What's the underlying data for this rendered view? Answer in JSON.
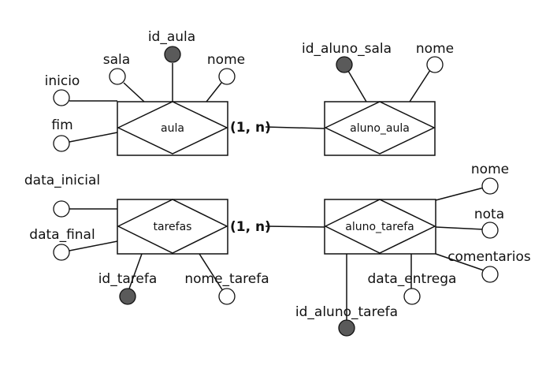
{
  "entities": {
    "aula": "aula",
    "aluno_aula": "aluno_aula",
    "tarefas": "tarefas",
    "aluno_tarefa": "aluno_tarefa"
  },
  "cardinality": {
    "top": "(1, n)",
    "bottom": "(1, n)"
  },
  "attributes": {
    "id_aula": "id_aula",
    "sala": "sala",
    "nome_aula": "nome",
    "inicio": "inicio",
    "fim": "fim",
    "id_aluno_sala": "id_aluno_sala",
    "nome_aluno_aula": "nome",
    "data_inicial": "data_inicial",
    "data_final": "data_final",
    "id_tarefa": "id_tarefa",
    "nome_tarefa": "nome_tarefa",
    "nome_aluno_tarefa": "nome",
    "nota": "nota",
    "comentarios": "comentarios",
    "data_entrega": "data_entrega",
    "id_aluno_tarefa": "id_aluno_tarefa"
  },
  "key_attributes": [
    "id_aula",
    "id_aluno_sala",
    "id_tarefa",
    "id_aluno_tarefa"
  ],
  "colors": {
    "stroke": "#111111",
    "key_fill": "#5a5a5a",
    "attr_fill": "#ffffff"
  }
}
